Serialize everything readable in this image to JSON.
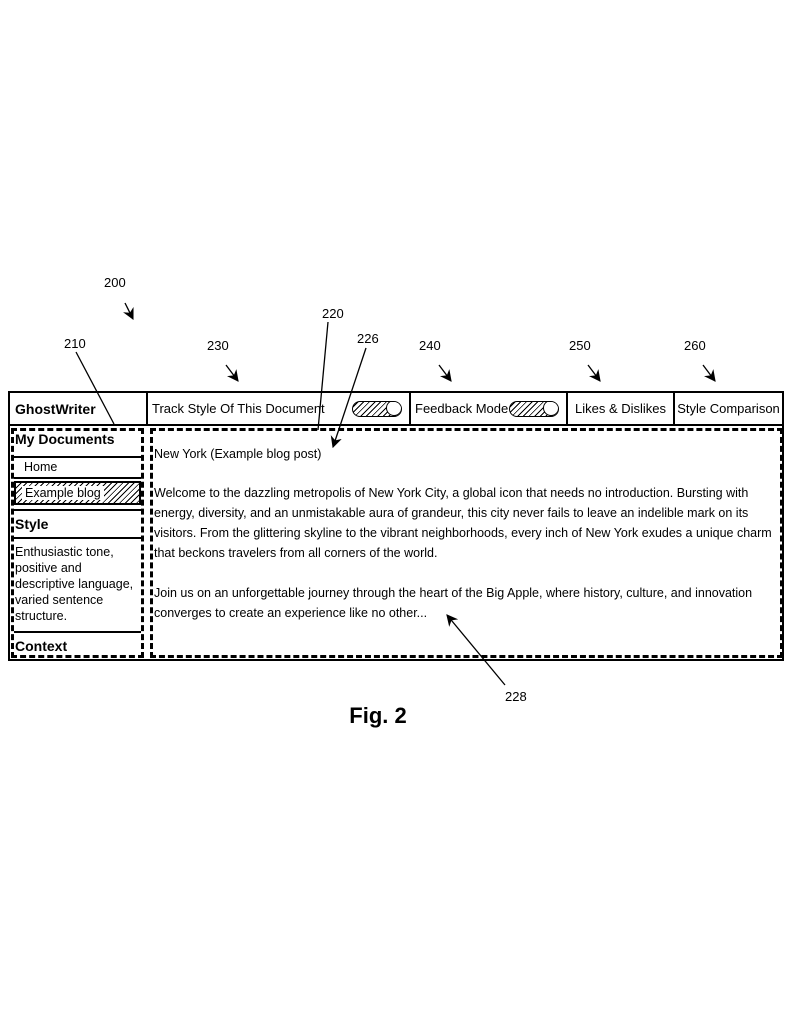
{
  "refs": {
    "r200": "200",
    "r210": "210",
    "r220": "220",
    "r226": "226",
    "r230": "230",
    "r240": "240",
    "r250": "250",
    "r260": "260",
    "r228": "228"
  },
  "toolbar": {
    "app_name": "GhostWriter",
    "track_style_label": "Track Style Of This Document",
    "feedback_mode_label": "Feedback Mode",
    "likes_dislikes_label": "Likes & Dislikes",
    "style_comparison_label": "Style Comparison"
  },
  "sidebar": {
    "my_documents_heading": "My Documents",
    "home_label": "Home",
    "example_blog_label": "Example blog",
    "style_heading": "Style",
    "style_description": "Enthusiastic tone, positive and descriptive language, varied sentence structure.",
    "context_heading": "Context"
  },
  "document": {
    "title": "New York (Example blog post)",
    "paragraph1": "Welcome to the dazzling metropolis of New York City, a global icon that needs no introduction.  Bursting with energy, diversity, and an unmistakable aura of grandeur, this city never fails to leave an indelible mark on its visitors.  From the glittering skyline to the vibrant neighborhoods, every inch of New York exudes a unique charm that beckons travelers from all corners of the world.",
    "paragraph2": "Join us on an unforgettable journey through the heart of the Big Apple, where history, culture, and innovation converges to create an experience like no other..."
  },
  "caption": "Fig. 2"
}
